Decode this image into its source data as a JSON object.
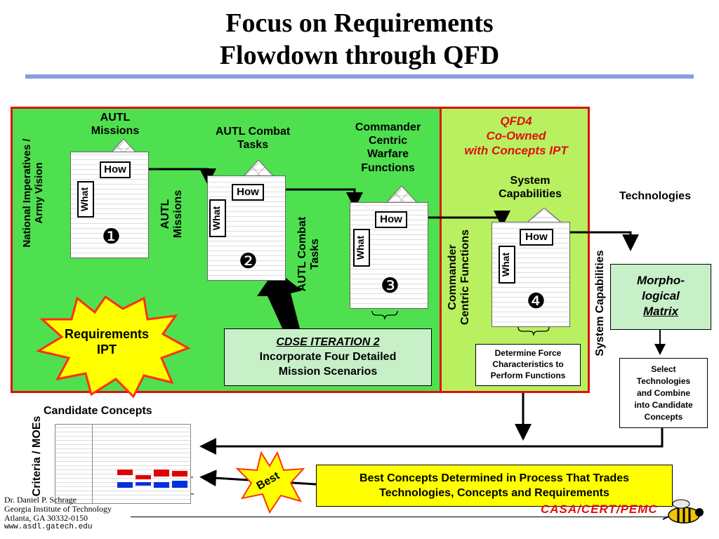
{
  "title": {
    "line1": "Focus on Requirements",
    "line2": "Flowdown through QFD"
  },
  "colors": {
    "rule": "#8f9bdc",
    "panel_border": "#e01010",
    "panel_green": "#4fe04f",
    "panel_lime": "#b8f060",
    "qfd4_text": "#e01010",
    "star_fill": "#ffff00",
    "star_border": "#ff3010"
  },
  "left_panel": {
    "vertical_label": [
      "National Imperatives /",
      "Army Vision"
    ],
    "matrix1": {
      "top_label": [
        "AUTL",
        "Missions"
      ],
      "how": "How",
      "what": "What",
      "number": "❶"
    },
    "matrix2": {
      "top_label": [
        "AUTL Combat",
        "Tasks"
      ],
      "side_label": [
        "AUTL",
        "Missions"
      ],
      "how": "How",
      "what": "What",
      "number": "❷"
    },
    "matrix3": {
      "top_label": [
        "Commander",
        "Centric",
        "Warfare",
        "Functions"
      ],
      "side_label": [
        "AUTL Combat",
        "Tasks"
      ],
      "how": "How",
      "what": "What",
      "number": "❸"
    },
    "cdse": {
      "title": "CDSE ITERATION 2",
      "line1": "Incorporate Four Detailed",
      "line2": "Mission Scenarios"
    },
    "requirements_ipt": [
      "Requirements",
      "IPT"
    ]
  },
  "right_panel": {
    "qfd4": [
      "QFD4",
      "Co-Owned",
      "with Concepts IPT"
    ],
    "top_label": [
      "System",
      "Capabilities"
    ],
    "side_label": [
      "Commander",
      "Centric Functions"
    ],
    "how": "How",
    "what": "What",
    "number": "❹",
    "force_box": [
      "Determine Force",
      "Characteristics to",
      "Perform Functions"
    ]
  },
  "technologies": "Technologies",
  "system_capabilities_vertical": "System Capabilities",
  "morpho": [
    "Morpho-",
    "logical",
    "Matrix"
  ],
  "select_box": [
    "Select",
    "Technologies",
    "and Combine",
    "into Candidate",
    "Concepts"
  ],
  "candidate_concepts": "Candidate Concepts",
  "criteria_vertical": "Criteria / MOEs",
  "best": "Best",
  "best_concepts": [
    "Best Concepts Determined in Process That Trades",
    "Technologies, Concepts and Requirements"
  ],
  "footer": {
    "line1": "Dr. Daniel P. Schrage",
    "line2": "Georgia Institute of Technology",
    "line3": "Atlanta, GA  30332-0150",
    "line4": "www.asdl.gatech.edu"
  },
  "logo_text": "CASA/CERT/PEMC"
}
